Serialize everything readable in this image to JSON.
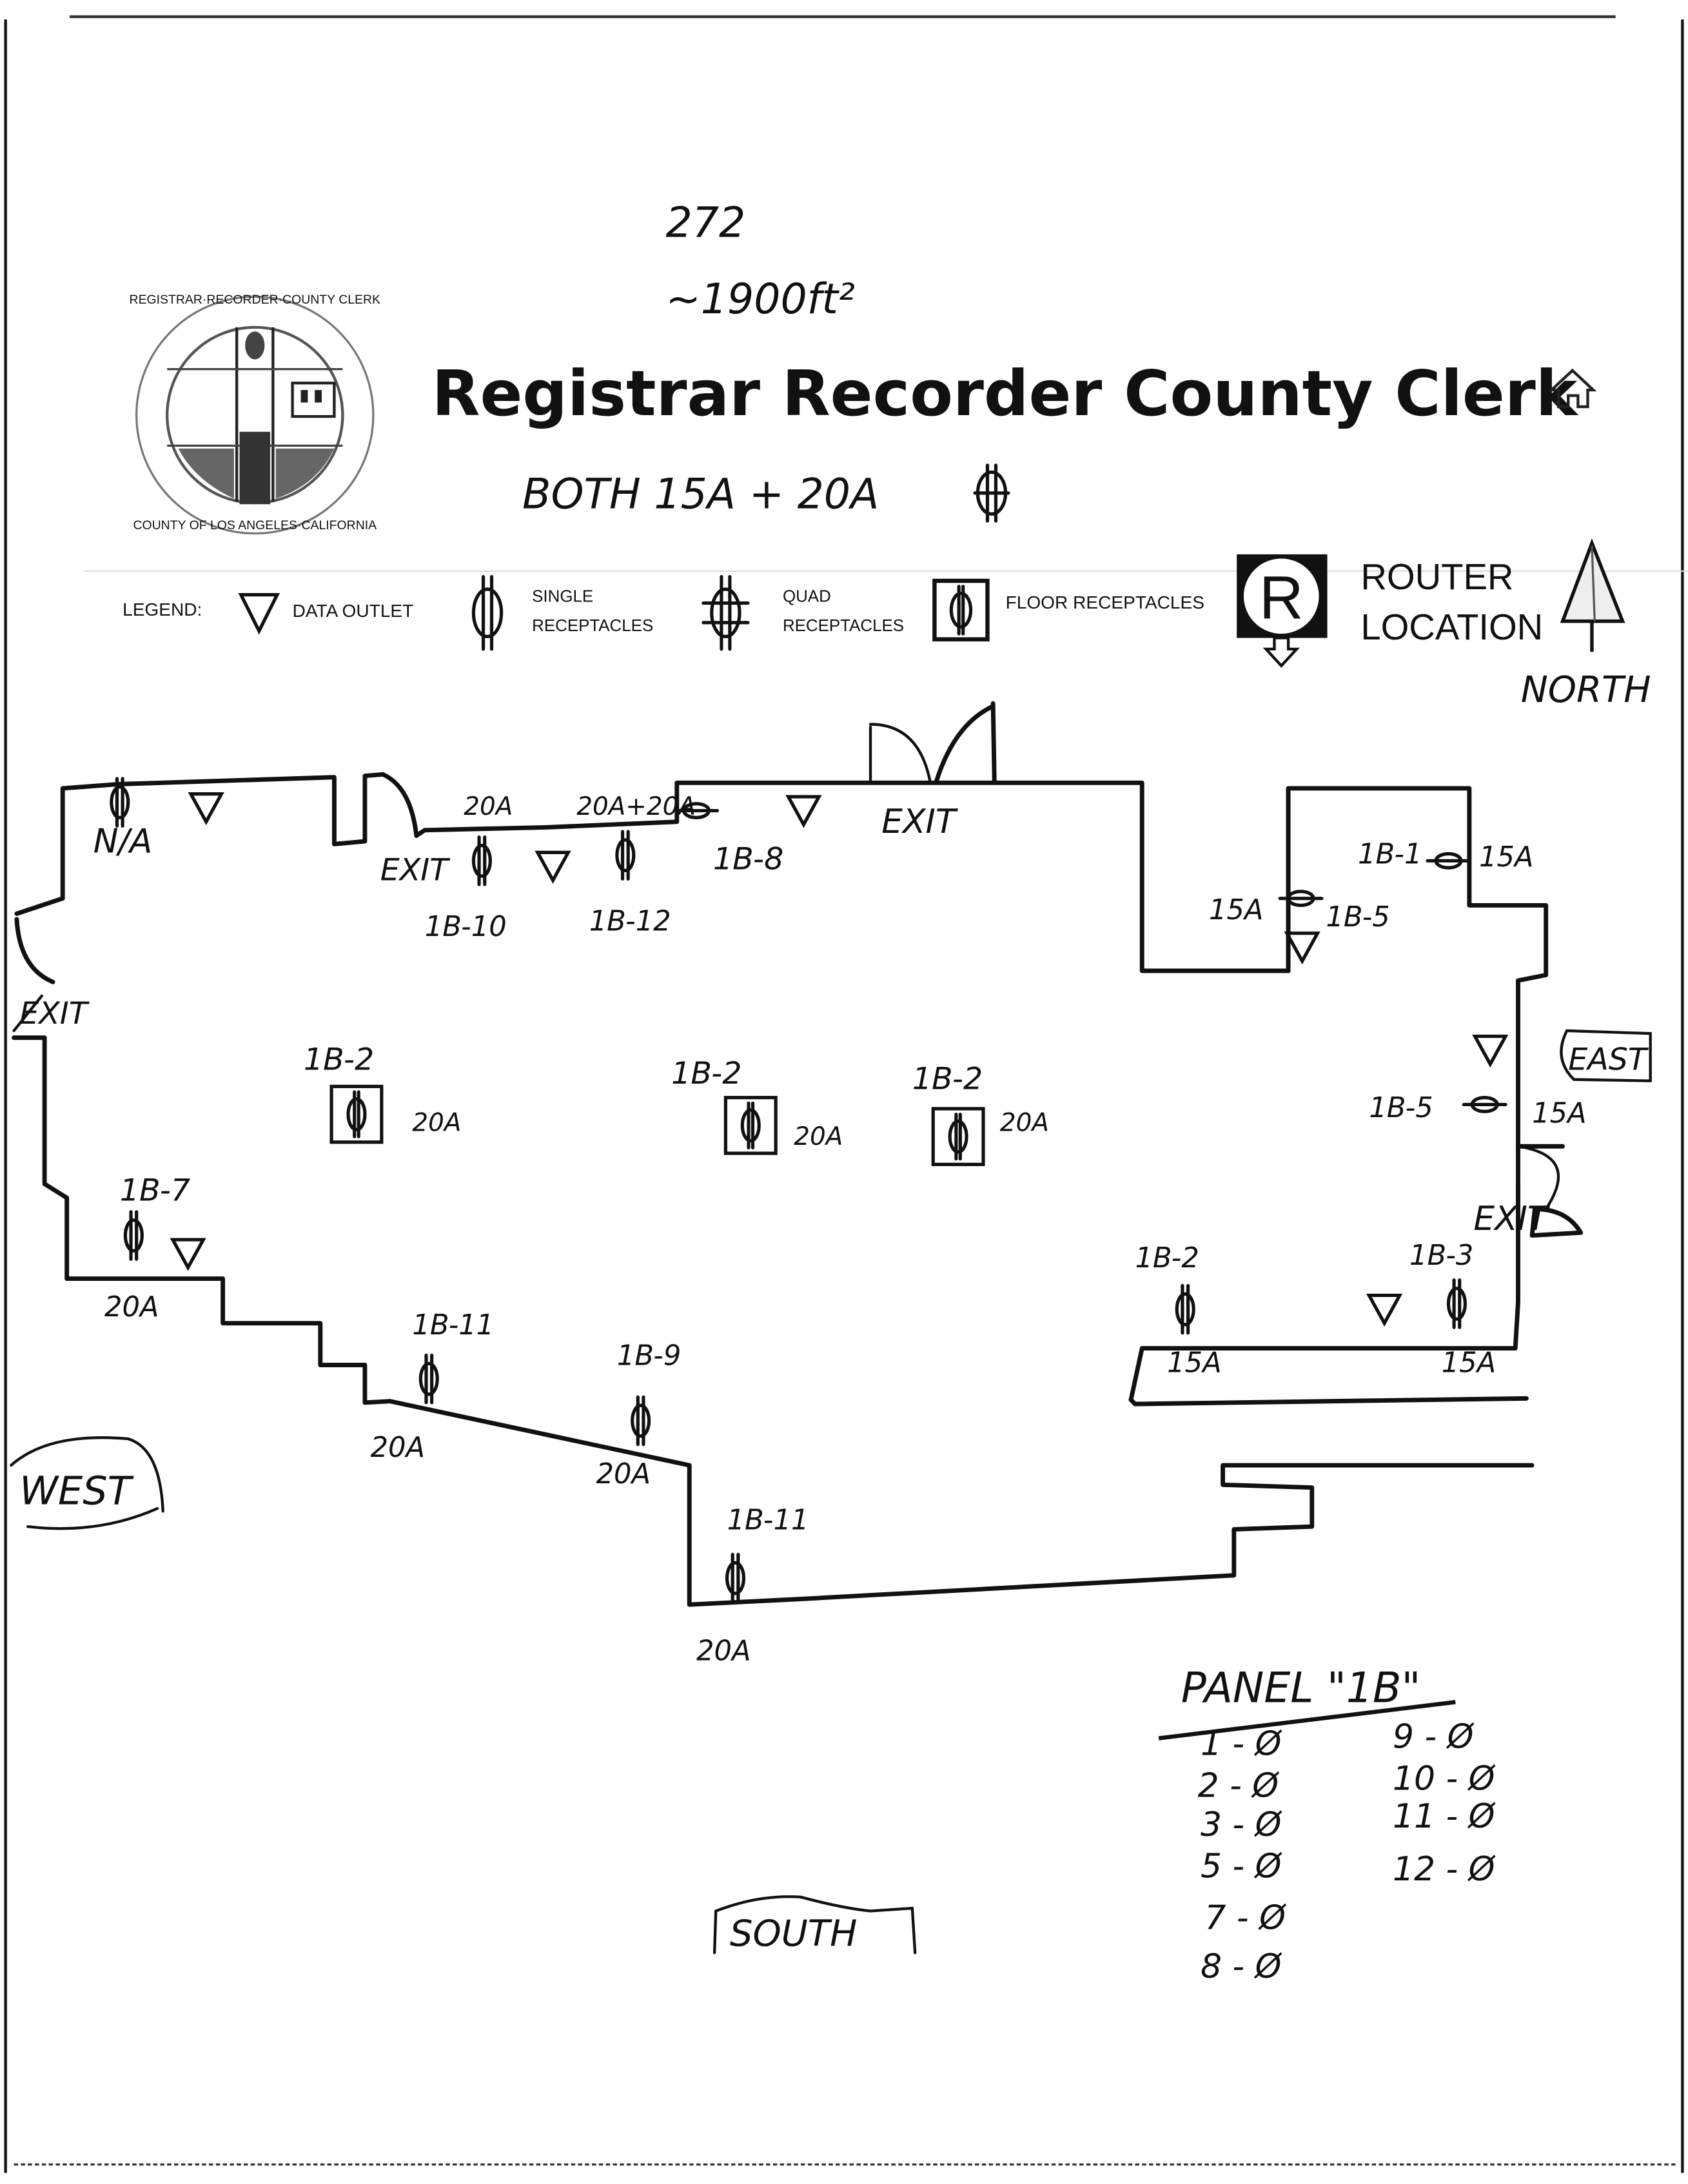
{
  "header": {
    "title": "Registrar Recorder County Clerk",
    "handnote_room": "272",
    "handnote_area": "~1900ft²",
    "handnote_power": "BOTH 15A + 20A",
    "seal": {
      "top_text": "REGISTRAR·RECORDER·COUNTY CLERK",
      "bottom_text": "COUNTY OF LOS ANGELES·CALIFORNIA"
    },
    "home_icon": "home-icon"
  },
  "legend": {
    "label": "LEGEND:",
    "items": [
      {
        "icon": "data-outlet-icon",
        "label": "DATA OUTLET"
      },
      {
        "icon": "single-receptacle-icon",
        "label_line1": "SINGLE",
        "label_line2": "RECEPTACLES"
      },
      {
        "icon": "quad-receptacle-icon",
        "label_line1": "QUAD",
        "label_line2": "RECEPTACLES"
      },
      {
        "icon": "floor-receptacle-icon",
        "label": "FLOOR RECEPTACLES"
      },
      {
        "icon": "router-icon",
        "glyph": "R",
        "label_line1": "ROUTER",
        "label_line2": "LOCATION"
      }
    ],
    "north_label": "NORTH"
  },
  "directions": {
    "west": "WEST",
    "east": "EAST",
    "south": "SOUTH"
  },
  "exits": [
    "EXIT",
    "EXIT",
    "EXIT",
    "EXIT"
  ],
  "labels": {
    "na": "N/A",
    "top_20a": "20A",
    "top_20a_20a": "20A+20A",
    "c1B10": "1B-10",
    "c1B12": "1B-12",
    "c1B8": "1B-8",
    "c1B1": "1B-1",
    "c1B1_amp": "15A",
    "c1B5_top": "1B-5",
    "c1B5_top_amp": "15A",
    "floor1": "1B-2",
    "floor1_amp": "20A",
    "floor2": "1B-2",
    "floor2_amp": "20A",
    "floor3": "1B-2",
    "floor3_amp": "20A",
    "c1B5_east": "1B-5",
    "c1B5_east_amp": "15A",
    "c1B7": "1B-7",
    "c1B7_amp": "20A",
    "c1B2_right": "1B-2",
    "c1B2_right_amp": "15A",
    "c1B3": "1B-3",
    "c1B3_amp": "15A",
    "c1B11_a": "1B-11",
    "c1B11_a_amp": "20A",
    "c1B9": "1B-9",
    "c1B9_amp": "20A",
    "c1B11_b": "1B-11",
    "c1B11_b_amp": "20A"
  },
  "panel": {
    "title": "PANEL \"1B\"",
    "circuits_left": [
      "1 - Ø",
      "2 - Ø",
      "3 - Ø",
      "5 - Ø",
      "7 - Ø",
      "8 - Ø"
    ],
    "circuits_right": [
      "9 - Ø",
      "10 - Ø",
      "11 - Ø",
      "12 - Ø"
    ]
  }
}
